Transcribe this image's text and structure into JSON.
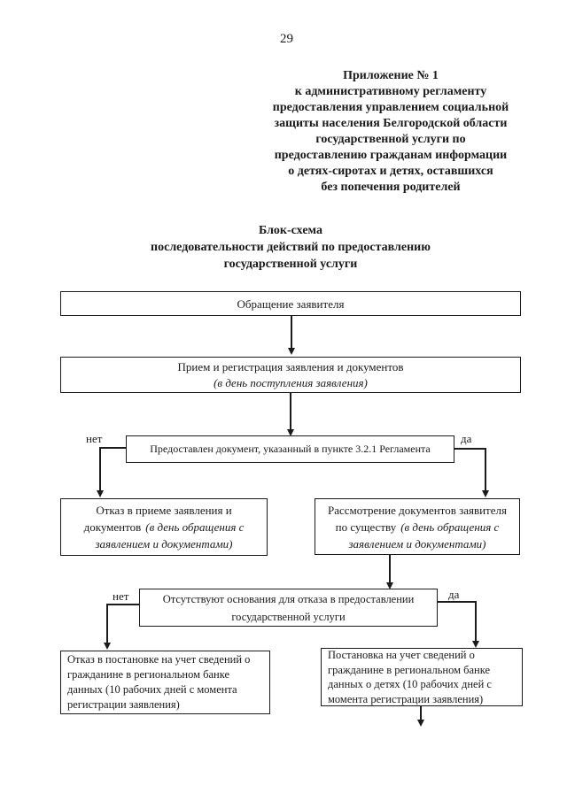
{
  "page_number": "29",
  "header": {
    "text": "Приложение № 1\nк административному регламенту\nпредоставления управлением социальной\nзащиты населения Белгородской области\nгосударственной услуги по\nпредоставлению гражданам информации\nо детях-сиротах и детях, оставшихся\nбез попечения родителей"
  },
  "title": {
    "text": "Блок-схема\nпоследовательности действий по предоставлению\nгосударственной услуги"
  },
  "flowchart": {
    "labels": {
      "no": "нет",
      "yes": "да"
    },
    "boxes": {
      "application": {
        "text": "Обращение заявителя"
      },
      "registration": {
        "text": "Прием и регистрация заявления и документов",
        "note": "(в день поступления заявления)"
      },
      "document_check": {
        "text": "Предоставлен документ, указанный в пункте 3.2.1 Регламента"
      },
      "refuse_acceptance": {
        "text": "Отказ в приеме заявления и документов",
        "note": "(в день обращения с заявлением и документами)"
      },
      "consideration": {
        "text": "Рассмотрение документов заявителя по существу",
        "note": "(в день обращения с заявлением и документами)"
      },
      "grounds_check": {
        "text": "Отсутствуют основания для отказа в предоставлении государственной услуги"
      },
      "refuse_registration": {
        "text": "Отказ в постановке на учет сведений о гражданине в региональном банке данных  (10 рабочих дней с момента регистрации заявления)"
      },
      "register_databank": {
        "text": "Постановка на учет сведений о гражданине в региональном банке данных о детях (10 рабочих дней с момента регистрации заявления)"
      }
    }
  }
}
